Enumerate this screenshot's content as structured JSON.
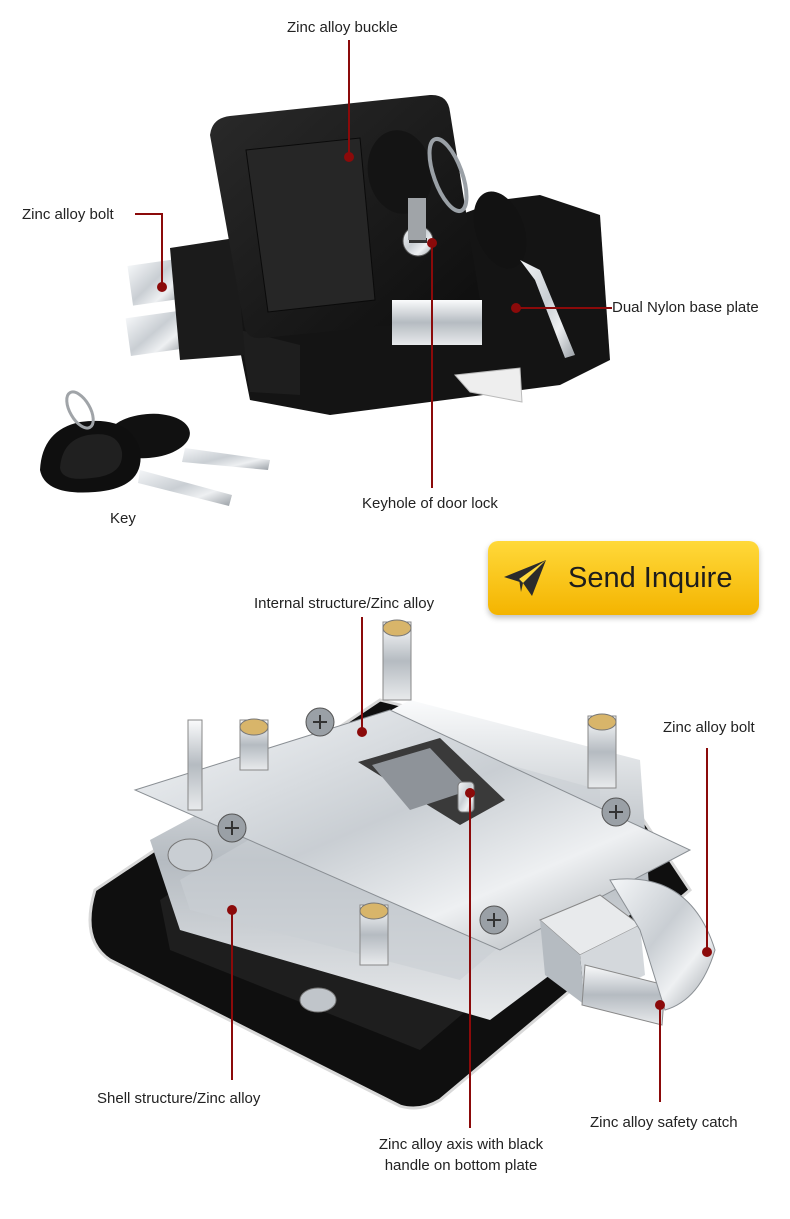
{
  "labels": {
    "buckle": "Zinc alloy buckle",
    "bolt_top": "Zinc alloy bolt",
    "base_plate": "Dual Nylon base plate",
    "keyhole": "Keyhole of door lock",
    "key": "Key",
    "internal": "Internal structure/Zinc alloy",
    "bolt_bottom": "Zinc alloy bolt",
    "shell": "Shell structure/Zinc alloy",
    "safety_catch": "Zinc alloy safety catch",
    "axis_line1": "Zinc alloy axis with black",
    "axis_line2": "handle on bottom plate"
  },
  "button": {
    "label": "Send Inquire",
    "icon": "paper-plane-icon"
  },
  "colors": {
    "callout": "#8b0a0a",
    "button": "#f9c41c"
  }
}
